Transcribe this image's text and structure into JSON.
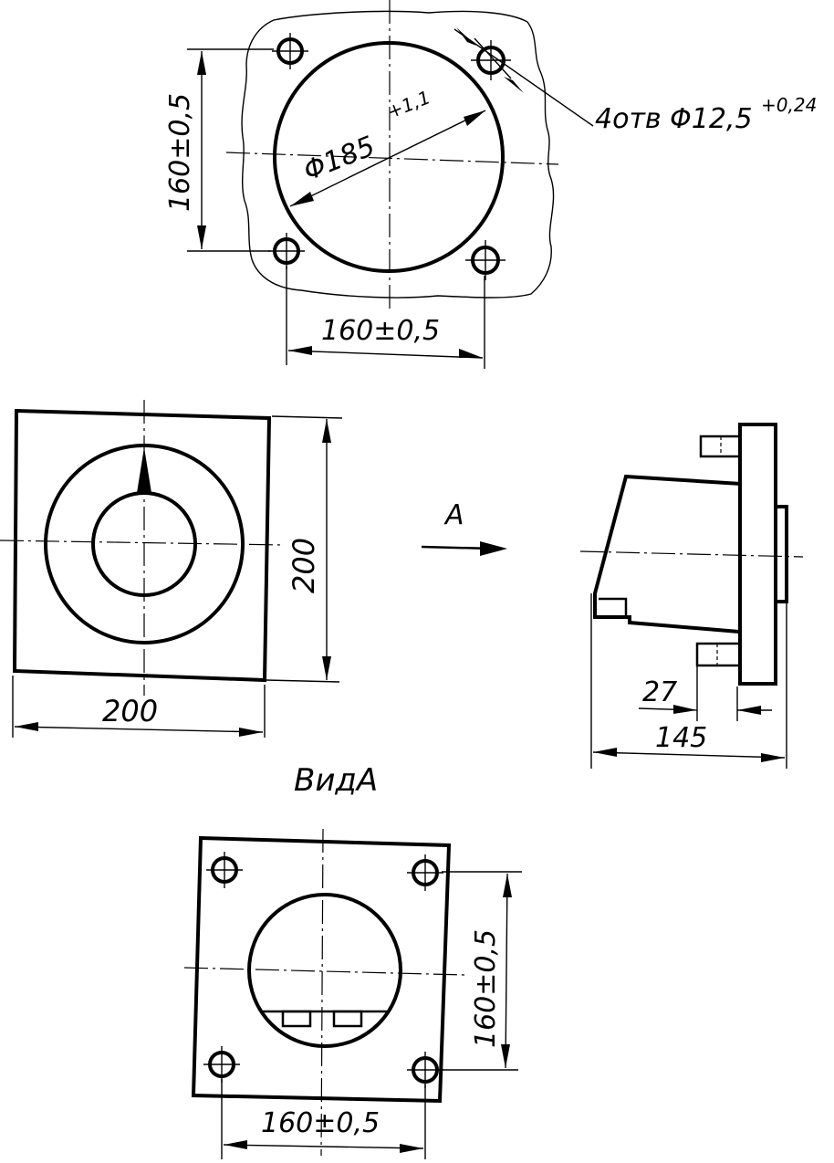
{
  "labels": {
    "top_dim_vertical": "160±0,5",
    "top_dim_horizontal": "160±0,5",
    "top_diameter_main": "Φ185",
    "top_diameter_tol": "+1,1",
    "top_holes_main": "4отв Φ12,5",
    "top_holes_tol": "+0,24",
    "front_width": "200",
    "front_height": "200",
    "arrow_a": "А",
    "side_dim_small": "27",
    "side_dim_large": "145",
    "view_a_title": "ВидА",
    "view_a_dim_vertical": "160±0,5",
    "view_a_dim_horizontal": "160±0,5"
  }
}
